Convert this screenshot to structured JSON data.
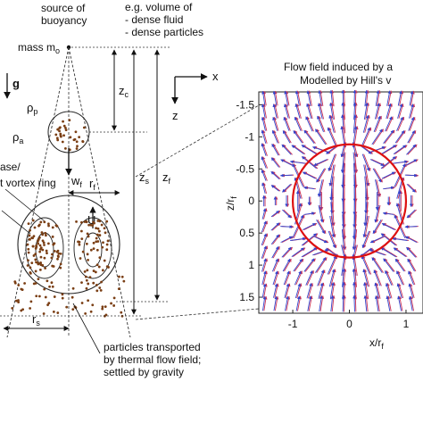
{
  "source_label": [
    "source of",
    "buoyancy"
  ],
  "example_label": [
    "e.g. volume of",
    "- dense fluid",
    "- dense particles"
  ],
  "mass_label": "mass m",
  "mass_sub": "o",
  "gravity_label": "g",
  "axis_x_label": "x",
  "axis_z_label": "z",
  "zc_label": "z",
  "zc_sub": "c",
  "zs_label": "z",
  "zs_sub": "s",
  "zf_label": "z",
  "zf_sub": "f",
  "rho_p_label": "ρ",
  "rho_p_sub": "p",
  "rho_a_label": "ρ",
  "rho_a_sub": "a",
  "wf_label": "w",
  "wf_sub": "f",
  "rf_label": "r",
  "rf_sub": "f",
  "rs_label": "r",
  "rs_sub": "s",
  "u_label": "U",
  "phase_fragment": "ase/",
  "vortex_fragment": "t vortex ring",
  "particles_note": [
    "particles transported",
    "by thermal flow field;",
    "settled by gravity"
  ],
  "plot": {
    "title": [
      "Flow field induced by a",
      "Modelled by Hill's v"
    ],
    "xlabel": "x/r",
    "xlabel_sub": "f",
    "ylabel": "z/r",
    "ylabel_sub": "f",
    "x_ticks": [
      "-1",
      "0",
      "1"
    ],
    "y_ticks": [
      "-1.5",
      "-1",
      "-0.5",
      "0",
      "0.5",
      "1",
      "1.5"
    ],
    "xlim": [
      -1.6,
      1.3
    ],
    "ylim": [
      -1.7,
      1.75
    ],
    "circle_radius": 1,
    "colors": {
      "sphere": "#dd1111",
      "arrow_red": "#cc3355",
      "arrow_blue": "#3344cc"
    }
  }
}
